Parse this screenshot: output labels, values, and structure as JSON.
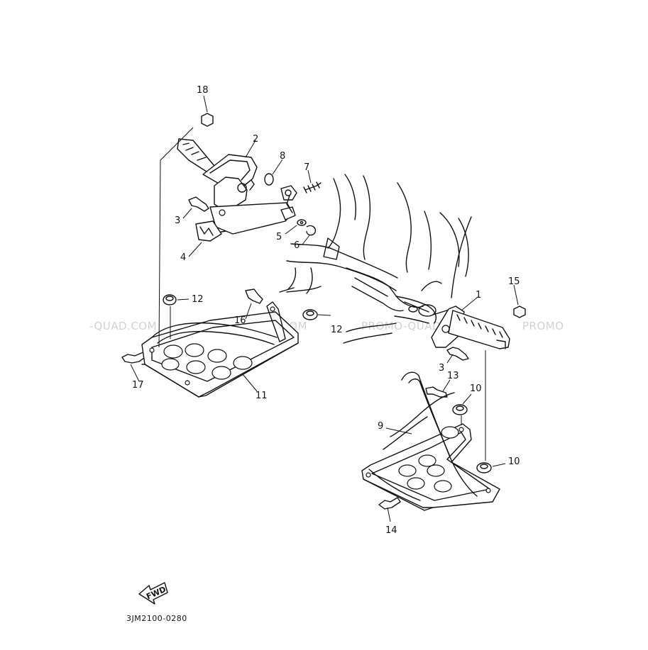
{
  "diagram": {
    "callouts": [
      {
        "id": "c18",
        "label": "18"
      },
      {
        "id": "c2",
        "label": "2"
      },
      {
        "id": "c8",
        "label": "8"
      },
      {
        "id": "c7",
        "label": "7"
      },
      {
        "id": "c3a",
        "label": "3"
      },
      {
        "id": "c5",
        "label": "5"
      },
      {
        "id": "c6",
        "label": "6"
      },
      {
        "id": "c4",
        "label": "4"
      },
      {
        "id": "c12a",
        "label": "12"
      },
      {
        "id": "c16",
        "label": "16"
      },
      {
        "id": "c12b",
        "label": "12"
      },
      {
        "id": "c1",
        "label": "1"
      },
      {
        "id": "c15",
        "label": "15"
      },
      {
        "id": "c17",
        "label": "17"
      },
      {
        "id": "c11",
        "label": "11"
      },
      {
        "id": "c3b",
        "label": "3"
      },
      {
        "id": "c13",
        "label": "13"
      },
      {
        "id": "c10a",
        "label": "10"
      },
      {
        "id": "c9",
        "label": "9"
      },
      {
        "id": "c10b",
        "label": "10"
      },
      {
        "id": "c14",
        "label": "14"
      }
    ],
    "watermarks": [
      "-QUAD.COM",
      "PROMO-QUAD.COM",
      "PROMO-QUAD.COM",
      "PROMO"
    ],
    "fwd_label": "FWD",
    "drawing_code": "3JM2100-0280"
  }
}
